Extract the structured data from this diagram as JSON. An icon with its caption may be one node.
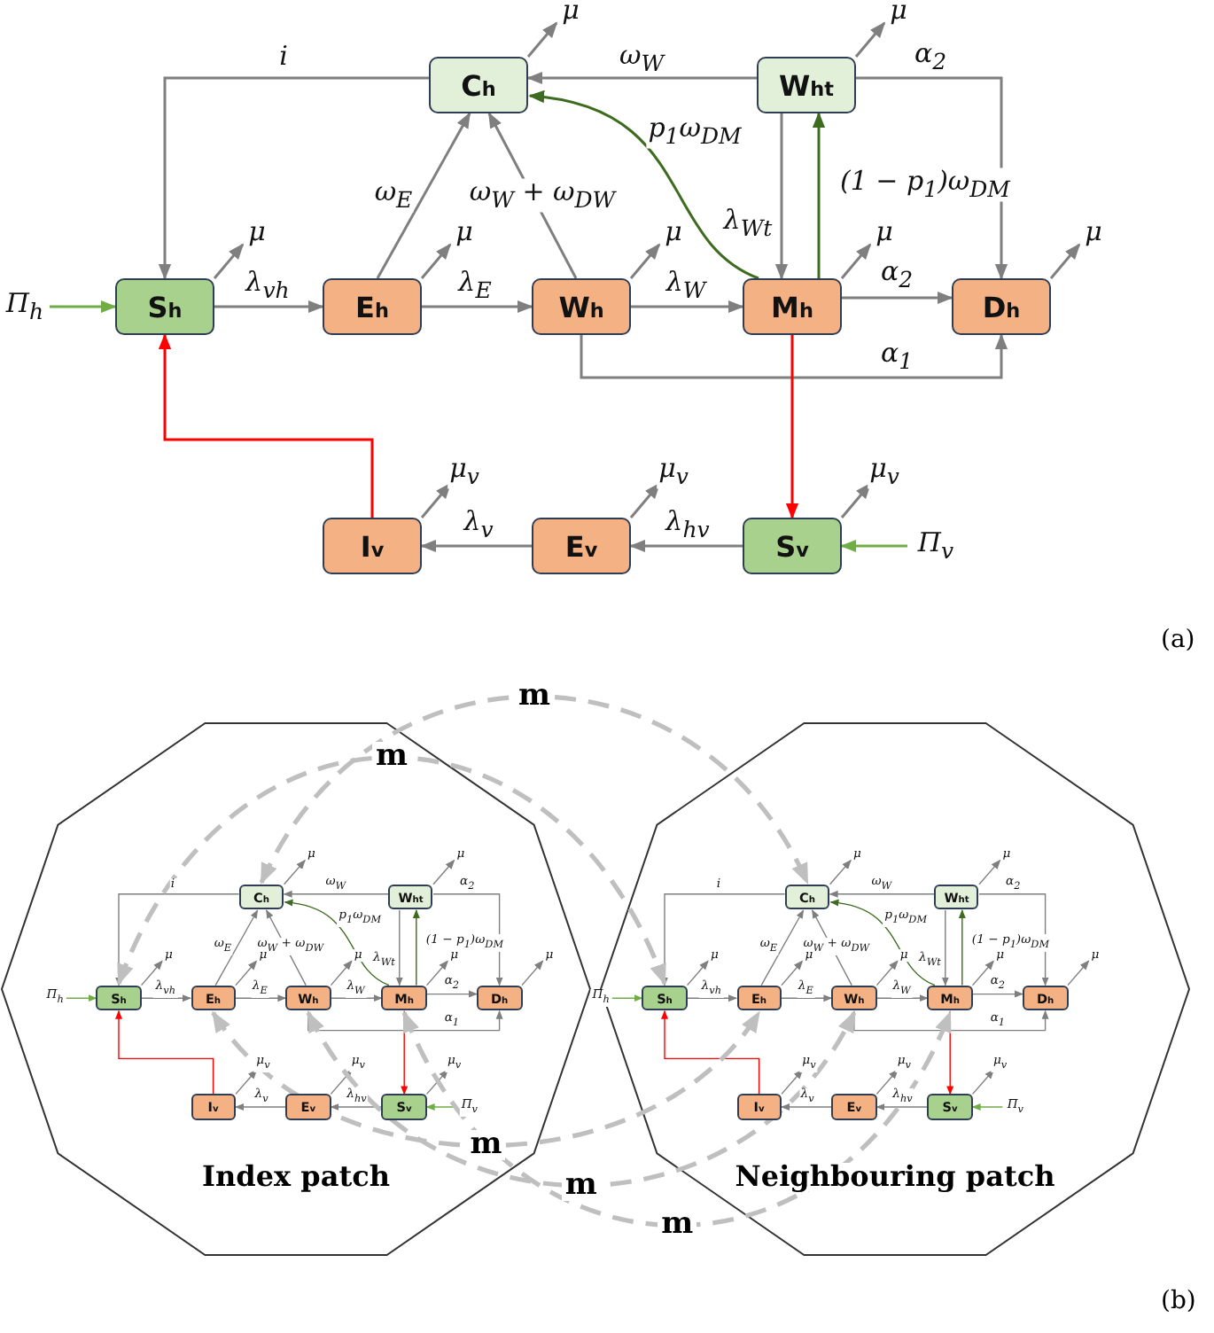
{
  "diagram": {
    "nodes": [
      {
        "text": [
          "C$_{h}$"
        ]
      },
      {
        "text": [
          "W$_{ht}$"
        ]
      },
      {
        "text": [
          "S$_{h}$"
        ]
      },
      {
        "text": [
          "E$_{h}$"
        ]
      },
      {
        "text": [
          "W$_{h}$"
        ]
      },
      {
        "text": [
          "M$_{h}$"
        ]
      },
      {
        "text": [
          "D$_{h}$"
        ]
      },
      {
        "text": [
          "I$_{v}$"
        ]
      },
      {
        "text": [
          "E$_{v}$"
        ]
      },
      {
        "text": [
          "S$_{v}$"
        ]
      },
      {
        "text": [
          "Index patch"
        ]
      },
      {
        "text": [
          "C$_{h}$"
        ],
        "in": 10
      },
      {
        "text": [
          "W$_{ht}$"
        ],
        "in": 10
      },
      {
        "text": [
          "S$_{h}$"
        ],
        "in": 10
      },
      {
        "text": [
          "E$_{h}$"
        ],
        "in": 10
      },
      {
        "text": [
          "W$_{h}$"
        ],
        "in": 10
      },
      {
        "text": [
          "M$_{h}$"
        ],
        "in": 10
      },
      {
        "text": [
          "D$_{h}$"
        ],
        "in": 10
      },
      {
        "text": [
          "I$_{v}$"
        ],
        "in": 10
      },
      {
        "text": [
          "E$_{v}$"
        ],
        "in": 10
      },
      {
        "text": [
          "S$_{v}$"
        ],
        "in": 10
      },
      {
        "text": [
          "Neighbouring patch"
        ]
      },
      {
        "text": [
          "C$_{h}$"
        ],
        "in": 21
      },
      {
        "text": [
          "W$_{ht}$"
        ],
        "in": 21
      },
      {
        "text": [
          "S$_{h}$"
        ],
        "in": 21
      },
      {
        "text": [
          "E$_{h}$"
        ],
        "in": 21
      },
      {
        "text": [
          "W$_{h}$"
        ],
        "in": 21
      },
      {
        "text": [
          "M$_{h}$"
        ],
        "in": 21
      },
      {
        "text": [
          "D$_{h}$"
        ],
        "in": 21
      },
      {
        "text": [
          "I$_{v}$"
        ],
        "in": 21
      },
      {
        "text": [
          "E$_{v}$"
        ],
        "in": 21
      },
      {
        "text": [
          "S$_{v}$"
        ],
        "in": 21
      }
    ],
    "edges": [
      {
        "from": 2,
        "to": 3,
        "arrow": "to",
        "label": "λ$_{vh}$"
      },
      {
        "from": 3,
        "to": 4,
        "arrow": "to",
        "label": "λ$_{E}$"
      },
      {
        "from": 4,
        "to": 5,
        "arrow": "to",
        "label": "λ$_{W}$"
      },
      {
        "from": 5,
        "to": 6,
        "arrow": "to",
        "label": "α$_{2}$"
      },
      {
        "from": 4,
        "to": 6,
        "arrow": "to",
        "label": "α$_{1}$"
      },
      {
        "from": 3,
        "to": 0,
        "arrow": "to",
        "label": "ω$_{E}$"
      },
      {
        "from": 4,
        "to": 0,
        "arrow": "to",
        "label": "ω$_{W}$ + ω$_{DW}$"
      },
      {
        "from": 5,
        "to": 0,
        "arrow": "to",
        "label": "p$_{1}$ω$_{DM}$",
        "color": "#3d6b1f"
      },
      {
        "from": 5,
        "to": 1,
        "arrow": "to",
        "label": "(1 − p$_{1}$)ω$_{DM}$",
        "color": "#3d6b1f"
      },
      {
        "from": 1,
        "to": 5,
        "arrow": "to",
        "label": "λ$_{Wt}$"
      },
      {
        "from": 1,
        "to": 0,
        "arrow": "to",
        "label": "ω$_{W}$"
      },
      {
        "from": 1,
        "to": 6,
        "arrow": "to",
        "label": "α$_{2}$"
      },
      {
        "from": 0,
        "to": 2,
        "arrow": "to",
        "label": "i"
      },
      {
        "from": 5,
        "to": 9,
        "arrow": "to",
        "color": "#ff0000"
      },
      {
        "from": 7,
        "to": 2,
        "arrow": "to",
        "color": "#ff0000"
      },
      {
        "from": 9,
        "to": 8,
        "arrow": "to",
        "label": "λ$_{hv}$"
      },
      {
        "from": 8,
        "to": 7,
        "arrow": "to",
        "label": "λ$_{v}$"
      },
      {
        "from": null,
        "to": 2,
        "arrow": "to",
        "label": "Π$_{h}$",
        "color": "#70ad47"
      },
      {
        "from": null,
        "to": 9,
        "arrow": "to",
        "label": "Π$_{v}$",
        "color": "#70ad47"
      },
      {
        "from": 0,
        "to": null,
        "arrow": "to",
        "label": "μ"
      },
      {
        "from": 1,
        "to": null,
        "arrow": "to",
        "label": "μ"
      },
      {
        "from": 2,
        "to": null,
        "arrow": "to",
        "label": "μ"
      },
      {
        "from": 3,
        "to": null,
        "arrow": "to",
        "label": "μ"
      },
      {
        "from": 4,
        "to": null,
        "arrow": "to",
        "label": "μ"
      },
      {
        "from": 5,
        "to": null,
        "arrow": "to",
        "label": "μ"
      },
      {
        "from": 6,
        "to": null,
        "arrow": "to",
        "label": "μ"
      },
      {
        "from": 7,
        "to": null,
        "arrow": "to",
        "label": "μ$_{v}$"
      },
      {
        "from": 8,
        "to": null,
        "arrow": "to",
        "label": "μ$_{v}$"
      },
      {
        "from": 9,
        "to": null,
        "arrow": "to",
        "label": "μ$_{v}$"
      },
      {
        "from": 13,
        "to": 14,
        "arrow": "to",
        "label": "λ$_{vh}$"
      },
      {
        "from": 14,
        "to": 15,
        "arrow": "to",
        "label": "λ$_{E}$"
      },
      {
        "from": 15,
        "to": 16,
        "arrow": "to",
        "label": "λ$_{W}$"
      },
      {
        "from": 16,
        "to": 17,
        "arrow": "to",
        "label": "α$_{2}$"
      },
      {
        "from": 15,
        "to": 17,
        "arrow": "to",
        "label": "α$_{1}$"
      },
      {
        "from": 14,
        "to": 11,
        "arrow": "to",
        "label": "ω$_{E}$"
      },
      {
        "from": 15,
        "to": 11,
        "arrow": "to",
        "label": "ω$_{W}$ + ω$_{DW}$"
      },
      {
        "from": 16,
        "to": 11,
        "arrow": "to",
        "label": "p$_{1}$ω$_{DM}$",
        "color": "#3d6b1f"
      },
      {
        "from": 16,
        "to": 12,
        "arrow": "to",
        "label": "(1 − p$_{1}$)ω$_{DM}$",
        "color": "#3d6b1f"
      },
      {
        "from": 12,
        "to": 16,
        "arrow": "to",
        "label": "λ$_{Wt}$"
      },
      {
        "from": 12,
        "to": 11,
        "arrow": "to",
        "label": "ω$_{W}$"
      },
      {
        "from": 12,
        "to": 17,
        "arrow": "to",
        "label": "α$_{2}$"
      },
      {
        "from": 11,
        "to": 13,
        "arrow": "to",
        "label": "i"
      },
      {
        "from": 16,
        "to": 20,
        "arrow": "to",
        "color": "#ff0000"
      },
      {
        "from": 18,
        "to": 13,
        "arrow": "to",
        "color": "#ff0000"
      },
      {
        "from": 20,
        "to": 19,
        "arrow": "to",
        "label": "λ$_{hv}$"
      },
      {
        "from": 19,
        "to": 18,
        "arrow": "to",
        "label": "λ$_{v}$"
      },
      {
        "from": null,
        "to": 13,
        "arrow": "to",
        "label": "Π$_{h}$",
        "color": "#70ad47"
      },
      {
        "from": null,
        "to": 20,
        "arrow": "to",
        "label": "Π$_{v}$",
        "color": "#70ad47"
      },
      {
        "from": 11,
        "to": null,
        "arrow": "to",
        "label": "μ"
      },
      {
        "from": 12,
        "to": null,
        "arrow": "to",
        "label": "μ"
      },
      {
        "from": 13,
        "to": null,
        "arrow": "to",
        "label": "μ"
      },
      {
        "from": 14,
        "to": null,
        "arrow": "to",
        "label": "μ"
      },
      {
        "from": 15,
        "to": null,
        "arrow": "to",
        "label": "μ"
      },
      {
        "from": 16,
        "to": null,
        "arrow": "to",
        "label": "μ"
      },
      {
        "from": 17,
        "to": null,
        "arrow": "to",
        "label": "μ"
      },
      {
        "from": 18,
        "to": null,
        "arrow": "to",
        "label": "μ$_{v}$"
      },
      {
        "from": 19,
        "to": null,
        "arrow": "to",
        "label": "μ$_{v}$"
      },
      {
        "from": 20,
        "to": null,
        "arrow": "to",
        "label": "μ$_{v}$"
      },
      {
        "from": 24,
        "to": 25,
        "arrow": "to",
        "label": "λ$_{vh}$"
      },
      {
        "from": 25,
        "to": 26,
        "arrow": "to",
        "label": "λ$_{E}$"
      },
      {
        "from": 26,
        "to": 27,
        "arrow": "to",
        "label": "λ$_{W}$"
      },
      {
        "from": 27,
        "to": 28,
        "arrow": "to",
        "label": "α$_{2}$"
      },
      {
        "from": 26,
        "to": 28,
        "arrow": "to",
        "label": "α$_{1}$"
      },
      {
        "from": 25,
        "to": 22,
        "arrow": "to",
        "label": "ω$_{E}$"
      },
      {
        "from": 26,
        "to": 22,
        "arrow": "to",
        "label": "ω$_{W}$ + ω$_{DW}$"
      },
      {
        "from": 27,
        "to": 22,
        "arrow": "to",
        "label": "p$_{1}$ω$_{DM}$",
        "color": "#3d6b1f"
      },
      {
        "from": 27,
        "to": 23,
        "arrow": "to",
        "label": "(1 − p$_{1}$)ω$_{DM}$",
        "color": "#3d6b1f"
      },
      {
        "from": 23,
        "to": 27,
        "arrow": "to",
        "label": "λ$_{Wt}$"
      },
      {
        "from": 23,
        "to": 22,
        "arrow": "to",
        "label": "ω$_{W}$"
      },
      {
        "from": 23,
        "to": 28,
        "arrow": "to",
        "label": "α$_{2}$"
      },
      {
        "from": 22,
        "to": 24,
        "arrow": "to",
        "label": "i"
      },
      {
        "from": 27,
        "to": 31,
        "arrow": "to",
        "color": "#ff0000"
      },
      {
        "from": 29,
        "to": 24,
        "arrow": "to",
        "color": "#ff0000"
      },
      {
        "from": 31,
        "to": 30,
        "arrow": "to",
        "label": "λ$_{hv}$"
      },
      {
        "from": 30,
        "to": 29,
        "arrow": "to",
        "label": "λ$_{v}$"
      },
      {
        "from": null,
        "to": 24,
        "arrow": "to",
        "label": "Π$_{h}$",
        "color": "#70ad47"
      },
      {
        "from": null,
        "to": 31,
        "arrow": "to",
        "label": "Π$_{v}$",
        "color": "#70ad47"
      },
      {
        "from": 22,
        "to": null,
        "arrow": "to",
        "label": "μ"
      },
      {
        "from": 23,
        "to": null,
        "arrow": "to",
        "label": "μ"
      },
      {
        "from": 24,
        "to": null,
        "arrow": "to",
        "label": "μ"
      },
      {
        "from": 25,
        "to": null,
        "arrow": "to",
        "label": "μ"
      },
      {
        "from": 26,
        "to": null,
        "arrow": "to",
        "label": "μ"
      },
      {
        "from": 27,
        "to": null,
        "arrow": "to",
        "label": "μ"
      },
      {
        "from": 28,
        "to": null,
        "arrow": "to",
        "label": "μ"
      },
      {
        "from": 29,
        "to": null,
        "arrow": "to",
        "label": "μ$_{v}$"
      },
      {
        "from": 30,
        "to": null,
        "arrow": "to",
        "label": "μ$_{v}$"
      },
      {
        "from": 31,
        "to": null,
        "arrow": "to",
        "label": "μ$_{v}$"
      },
      {
        "from": 11,
        "to": 22,
        "arrow": "both",
        "label": "m",
        "style": "dashed",
        "color": "#bfbfbf"
      },
      {
        "from": 13,
        "to": 24,
        "arrow": "both",
        "label": "m",
        "style": "dashed",
        "color": "#bfbfbf"
      },
      {
        "from": 14,
        "to": 25,
        "arrow": "both",
        "label": "m",
        "style": "dashed",
        "color": "#bfbfbf"
      },
      {
        "from": 15,
        "to": 26,
        "arrow": "both",
        "label": "m",
        "style": "dashed",
        "color": "#bfbfbf"
      },
      {
        "from": 16,
        "to": 27,
        "arrow": "both",
        "label": "m",
        "style": "dashed",
        "color": "#bfbfbf"
      }
    ],
    "labels": [
      "(a)",
      "(b)"
    ]
  }
}
